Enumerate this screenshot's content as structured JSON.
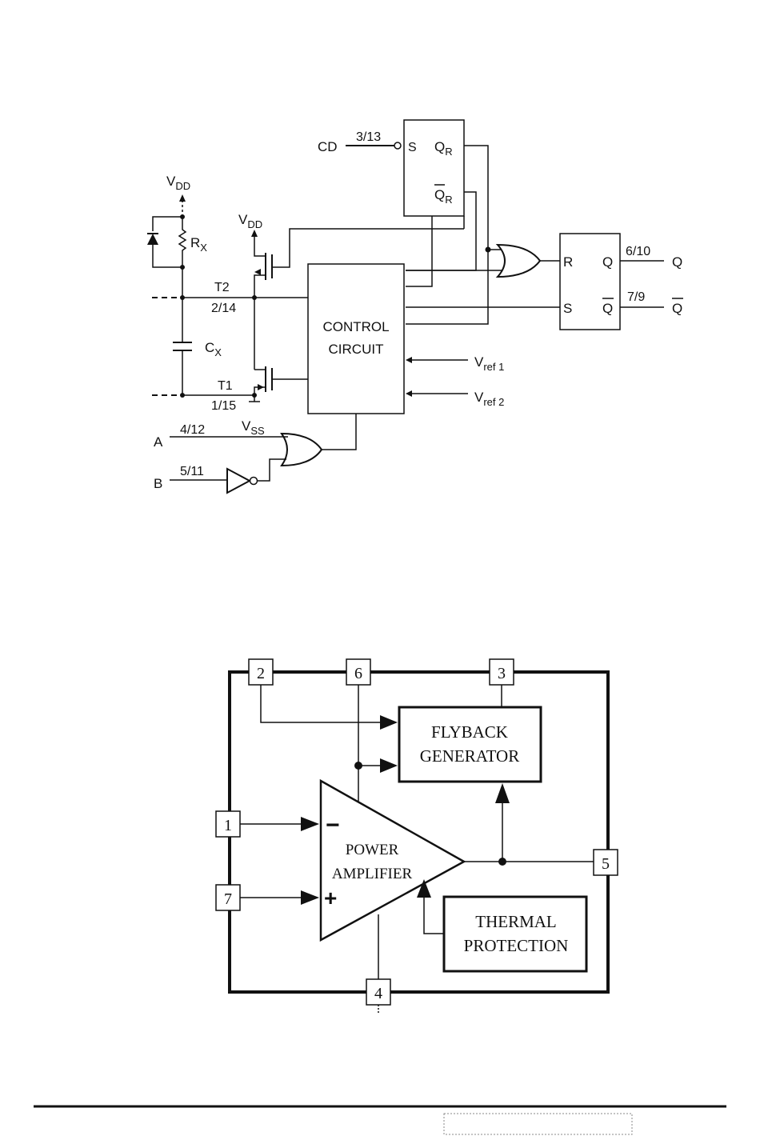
{
  "diagram1": {
    "cd_label": "CD",
    "cd_pin": "3/13",
    "ff1_s": "S",
    "ff1_q": "Q",
    "ff1_q_sub": "R",
    "ff1_qbar": "Q",
    "ff1_qbar_sub": "R",
    "vdd_left": "V",
    "vdd_left_sub": "DD",
    "vdd_mid": "V",
    "vdd_mid_sub": "DD",
    "rx": "R",
    "rx_sub": "X",
    "cx": "C",
    "cx_sub": "X",
    "t2": "T2",
    "t2_pin": "2/14",
    "t1": "T1",
    "t1_pin": "1/15",
    "vss": "V",
    "vss_sub": "SS",
    "control_line1": "CONTROL",
    "control_line2": "CIRCUIT",
    "vref1": "V",
    "vref1_sub": "ref 1",
    "vref2": "V",
    "vref2_sub": "ref 2",
    "ff2_r": "R",
    "ff2_s": "S",
    "ff2_q": "Q",
    "ff2_qbar": "Q",
    "out_q_pin": "6/10",
    "out_q": "Q",
    "out_qbar_pin": "7/9",
    "out_qbar": "Q",
    "in_a": "A",
    "in_a_pin": "4/12",
    "in_b": "B",
    "in_b_pin": "5/11"
  },
  "diagram2": {
    "pins": [
      "2",
      "6",
      "3",
      "1",
      "7",
      "5",
      "4"
    ],
    "flyback_line1": "FLYBACK",
    "flyback_line2": "GENERATOR",
    "amp_line1": "POWER",
    "amp_line2": "AMPLIFIER",
    "amp_minus": "−",
    "amp_plus": "+",
    "thermal_line1": "THERMAL",
    "thermal_line2": "PROTECTION"
  }
}
